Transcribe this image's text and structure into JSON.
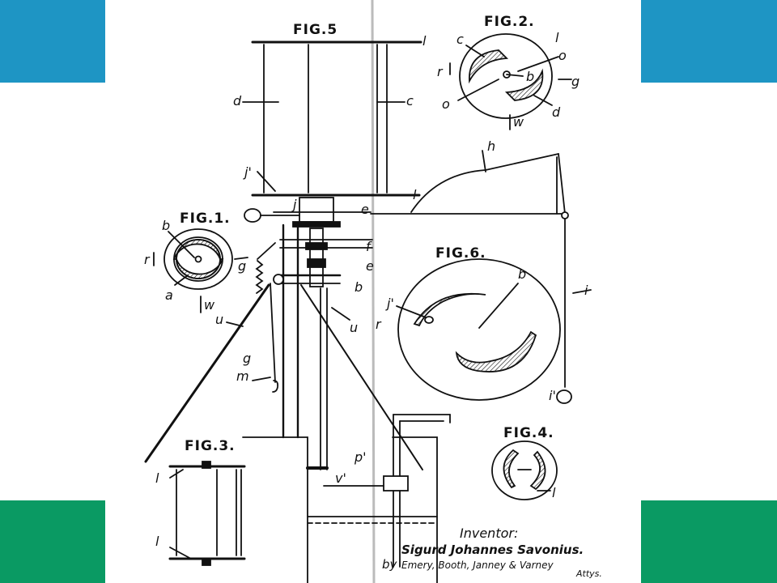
{
  "colors": {
    "top_bar": "#1e95c4",
    "bottom_bar": "#0a9a63",
    "ink": "#111111"
  },
  "figures": {
    "fig1": "FIG.1.",
    "fig2": "FIG.2.",
    "fig3": "FIG.3.",
    "fig4": "FIG.4.",
    "fig5": "FIG.5",
    "fig6": "FIG.6."
  },
  "labels": {
    "fig1": [
      "b",
      "r",
      "g",
      "a",
      "w"
    ],
    "fig2": [
      "c",
      "l",
      "o",
      "r",
      "b",
      "g",
      "o",
      "d",
      "w"
    ],
    "fig3": [
      "l",
      "l"
    ],
    "fig4": [
      "l"
    ],
    "fig5": [
      "l",
      "d",
      "c",
      "j'",
      "l",
      "j",
      "e",
      "f",
      "e",
      "b",
      "u",
      "u",
      "g",
      "m",
      "p'",
      "v'"
    ],
    "fig6": [
      "b",
      "j'",
      "r",
      "h",
      "i",
      "i'"
    ]
  },
  "inventor": {
    "heading": "Inventor:",
    "name": "Sigurd Johannes Savonius.",
    "by": "by",
    "attorneys": "Emery, Booth, Janney & Varney",
    "atty": "Attys."
  }
}
